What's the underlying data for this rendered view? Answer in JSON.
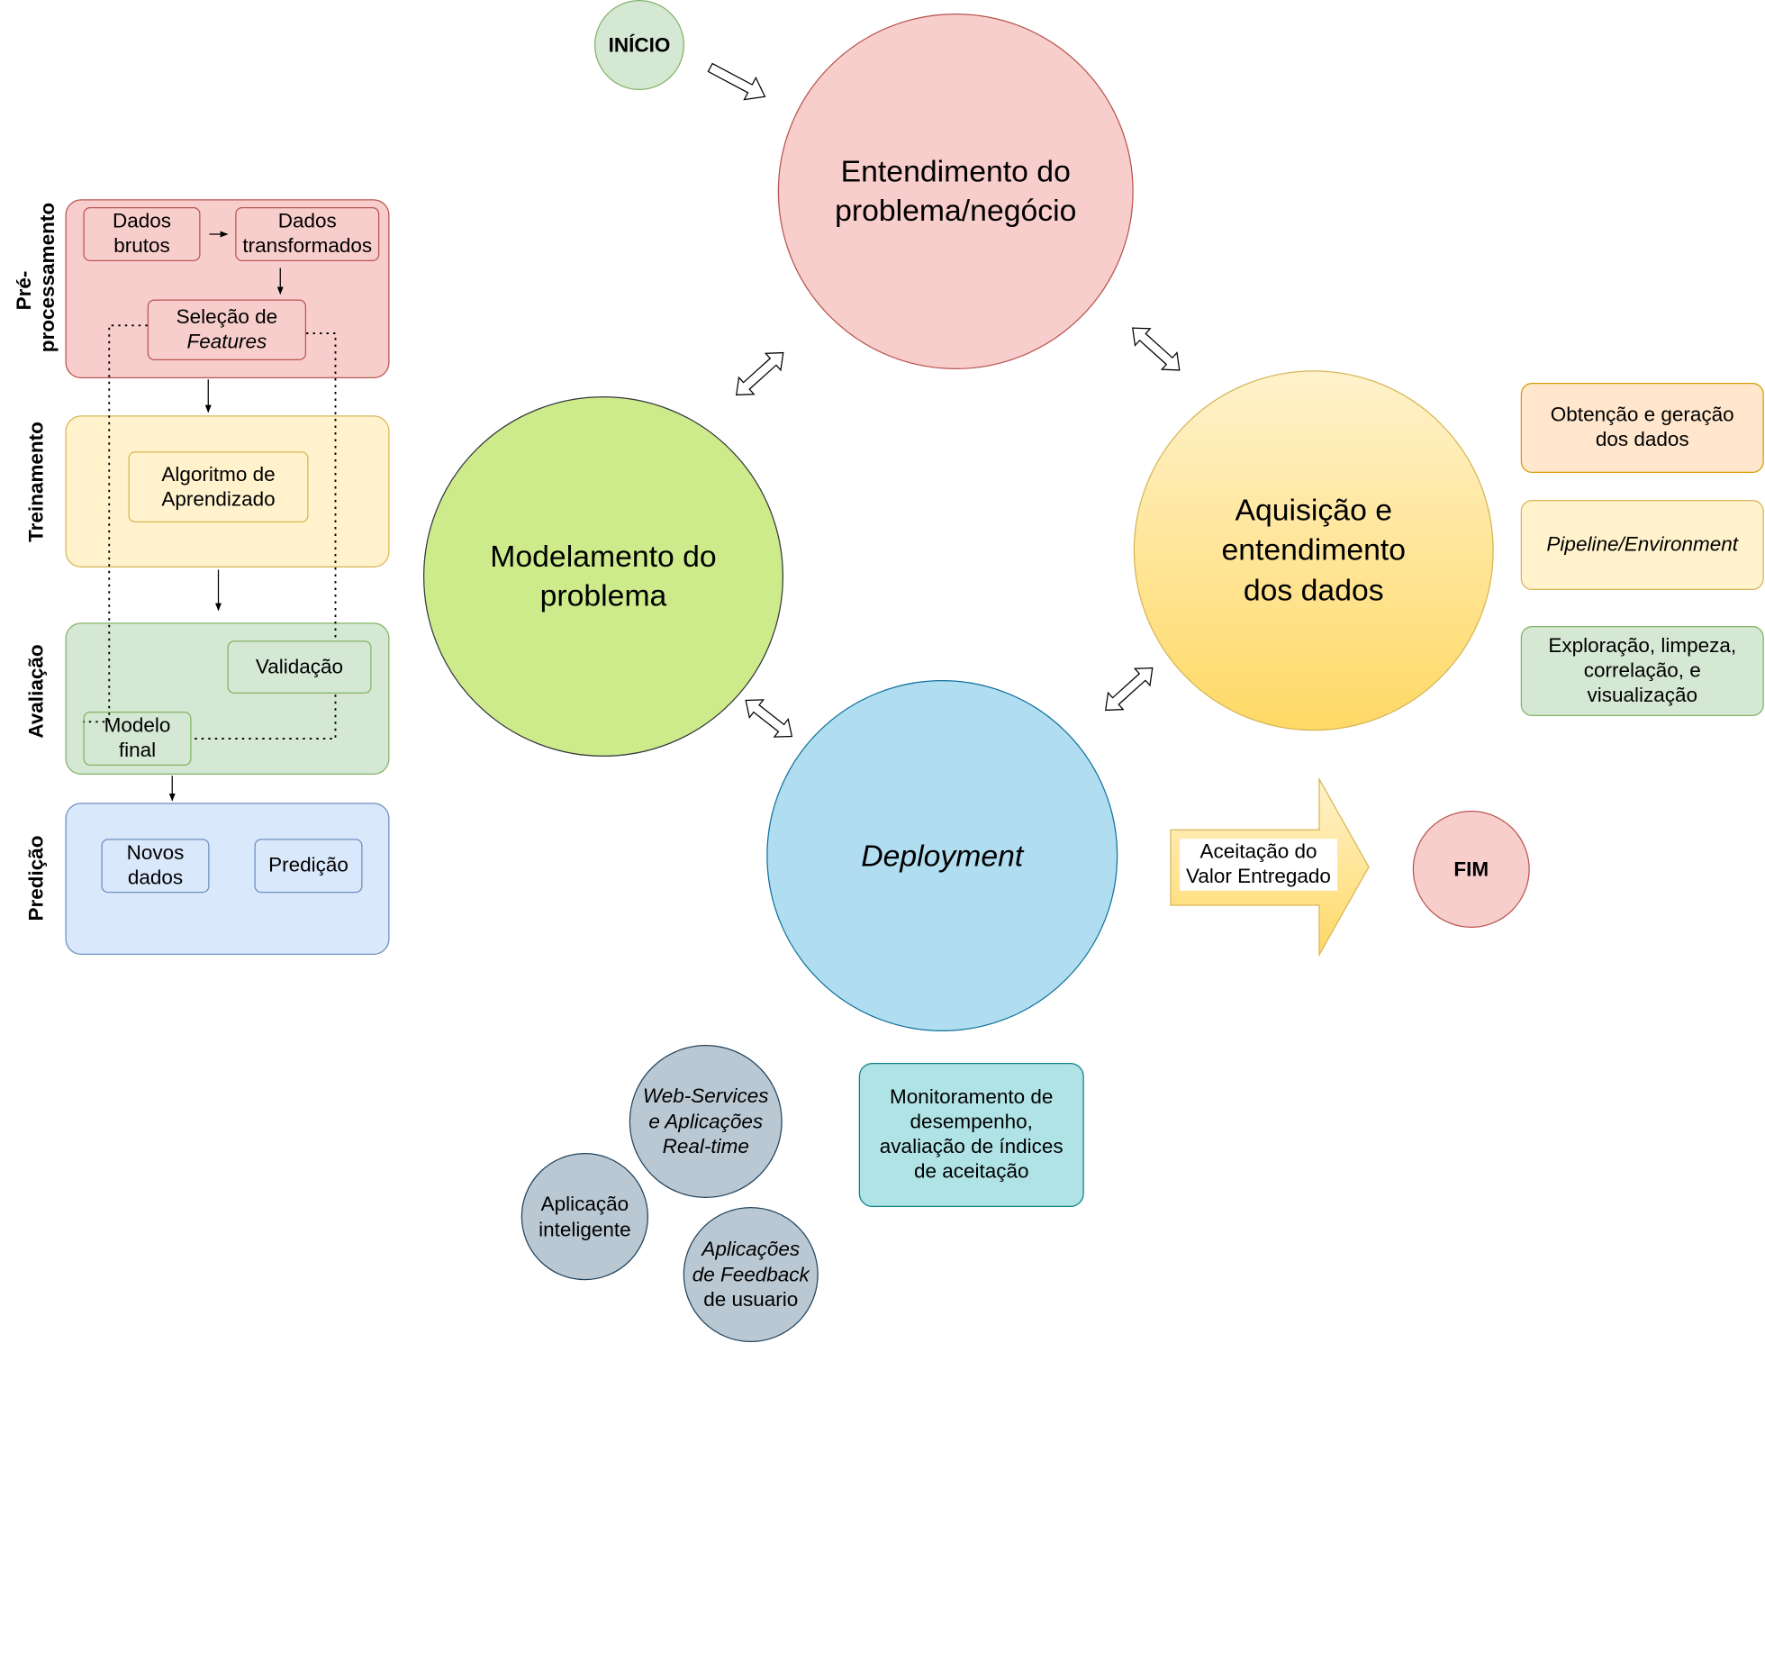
{
  "start": {
    "label": "INÍCIO"
  },
  "end": {
    "label": "FIM"
  },
  "cycle": {
    "problem_understanding": {
      "line1": "Entendimento do",
      "line2": "problema/negócio"
    },
    "data_acquisition": {
      "line1": "Aquisição e",
      "line2": "entendimento",
      "line3": "dos dados"
    },
    "modeling": {
      "line1": "Modelamento do",
      "line2": "problema"
    },
    "deployment": {
      "label": "Deployment"
    }
  },
  "value_acceptance": {
    "line1": "Aceitação do",
    "line2": "Valor Entregado"
  },
  "data_steps": {
    "collection": {
      "line1": "Obtenção e geração",
      "line2": "dos dados"
    },
    "pipeline": {
      "label": "Pipeline/Environment"
    },
    "exploration": {
      "line1": "Exploração, limpeza,",
      "line2": "correlação, e",
      "line3": "visualização"
    }
  },
  "monitoring": {
    "line1": "Monitoramento de",
    "line2": "desempenho,",
    "line3": "avaliação de índices",
    "line4": "de aceitação"
  },
  "applications": {
    "web_services": {
      "line1": "Web-Services",
      "line2": "e Aplicações",
      "line3": "Real-time"
    },
    "intelligent": {
      "line1": "Aplicação",
      "line2": "inteligente"
    },
    "feedback": {
      "line1": "Aplicações",
      "line2": "de Feedback",
      "line3": "de usuario"
    }
  },
  "pipeline_stages": {
    "preprocessing": {
      "label": "Pré-processamento",
      "raw_data": {
        "line1": "Dados",
        "line2": "brutos"
      },
      "transformed_data": {
        "line1": "Dados",
        "line2": "transformados"
      },
      "feature_selection": {
        "line1": "Seleção de",
        "line2": "Features"
      }
    },
    "training": {
      "label": "Treinamento",
      "algorithm": {
        "line1": "Algoritmo de",
        "line2": "Aprendizado"
      }
    },
    "evaluation": {
      "label": "Avaliação",
      "validation": {
        "label": "Validação"
      },
      "final_model": {
        "line1": "Modelo",
        "line2": "final"
      }
    },
    "prediction": {
      "label": "Predição",
      "new_data": {
        "line1": "Novos",
        "line2": "dados"
      },
      "prediction": {
        "label": "Predição"
      }
    }
  },
  "colors": {
    "red_fill": "#f8cecc",
    "red_stroke": "#b85450",
    "yellow_fill": "#fff2cc",
    "yellow_stroke": "#d6b656",
    "green_fill": "#d5e8d4",
    "green_stroke": "#82b366",
    "blue_fill": "#dae8fc",
    "blue_stroke": "#6c8ebf",
    "lime_fill": "#cdeb8b",
    "sky_fill": "#b1ddf0",
    "sky_stroke": "#10739e",
    "orange_fill": "#ffe6cc",
    "orange_stroke": "#d79b00",
    "teal_fill": "#b0e3e6",
    "teal_stroke": "#0e8088",
    "grey_fill": "#bac8d3",
    "grey_stroke": "#23445d"
  }
}
